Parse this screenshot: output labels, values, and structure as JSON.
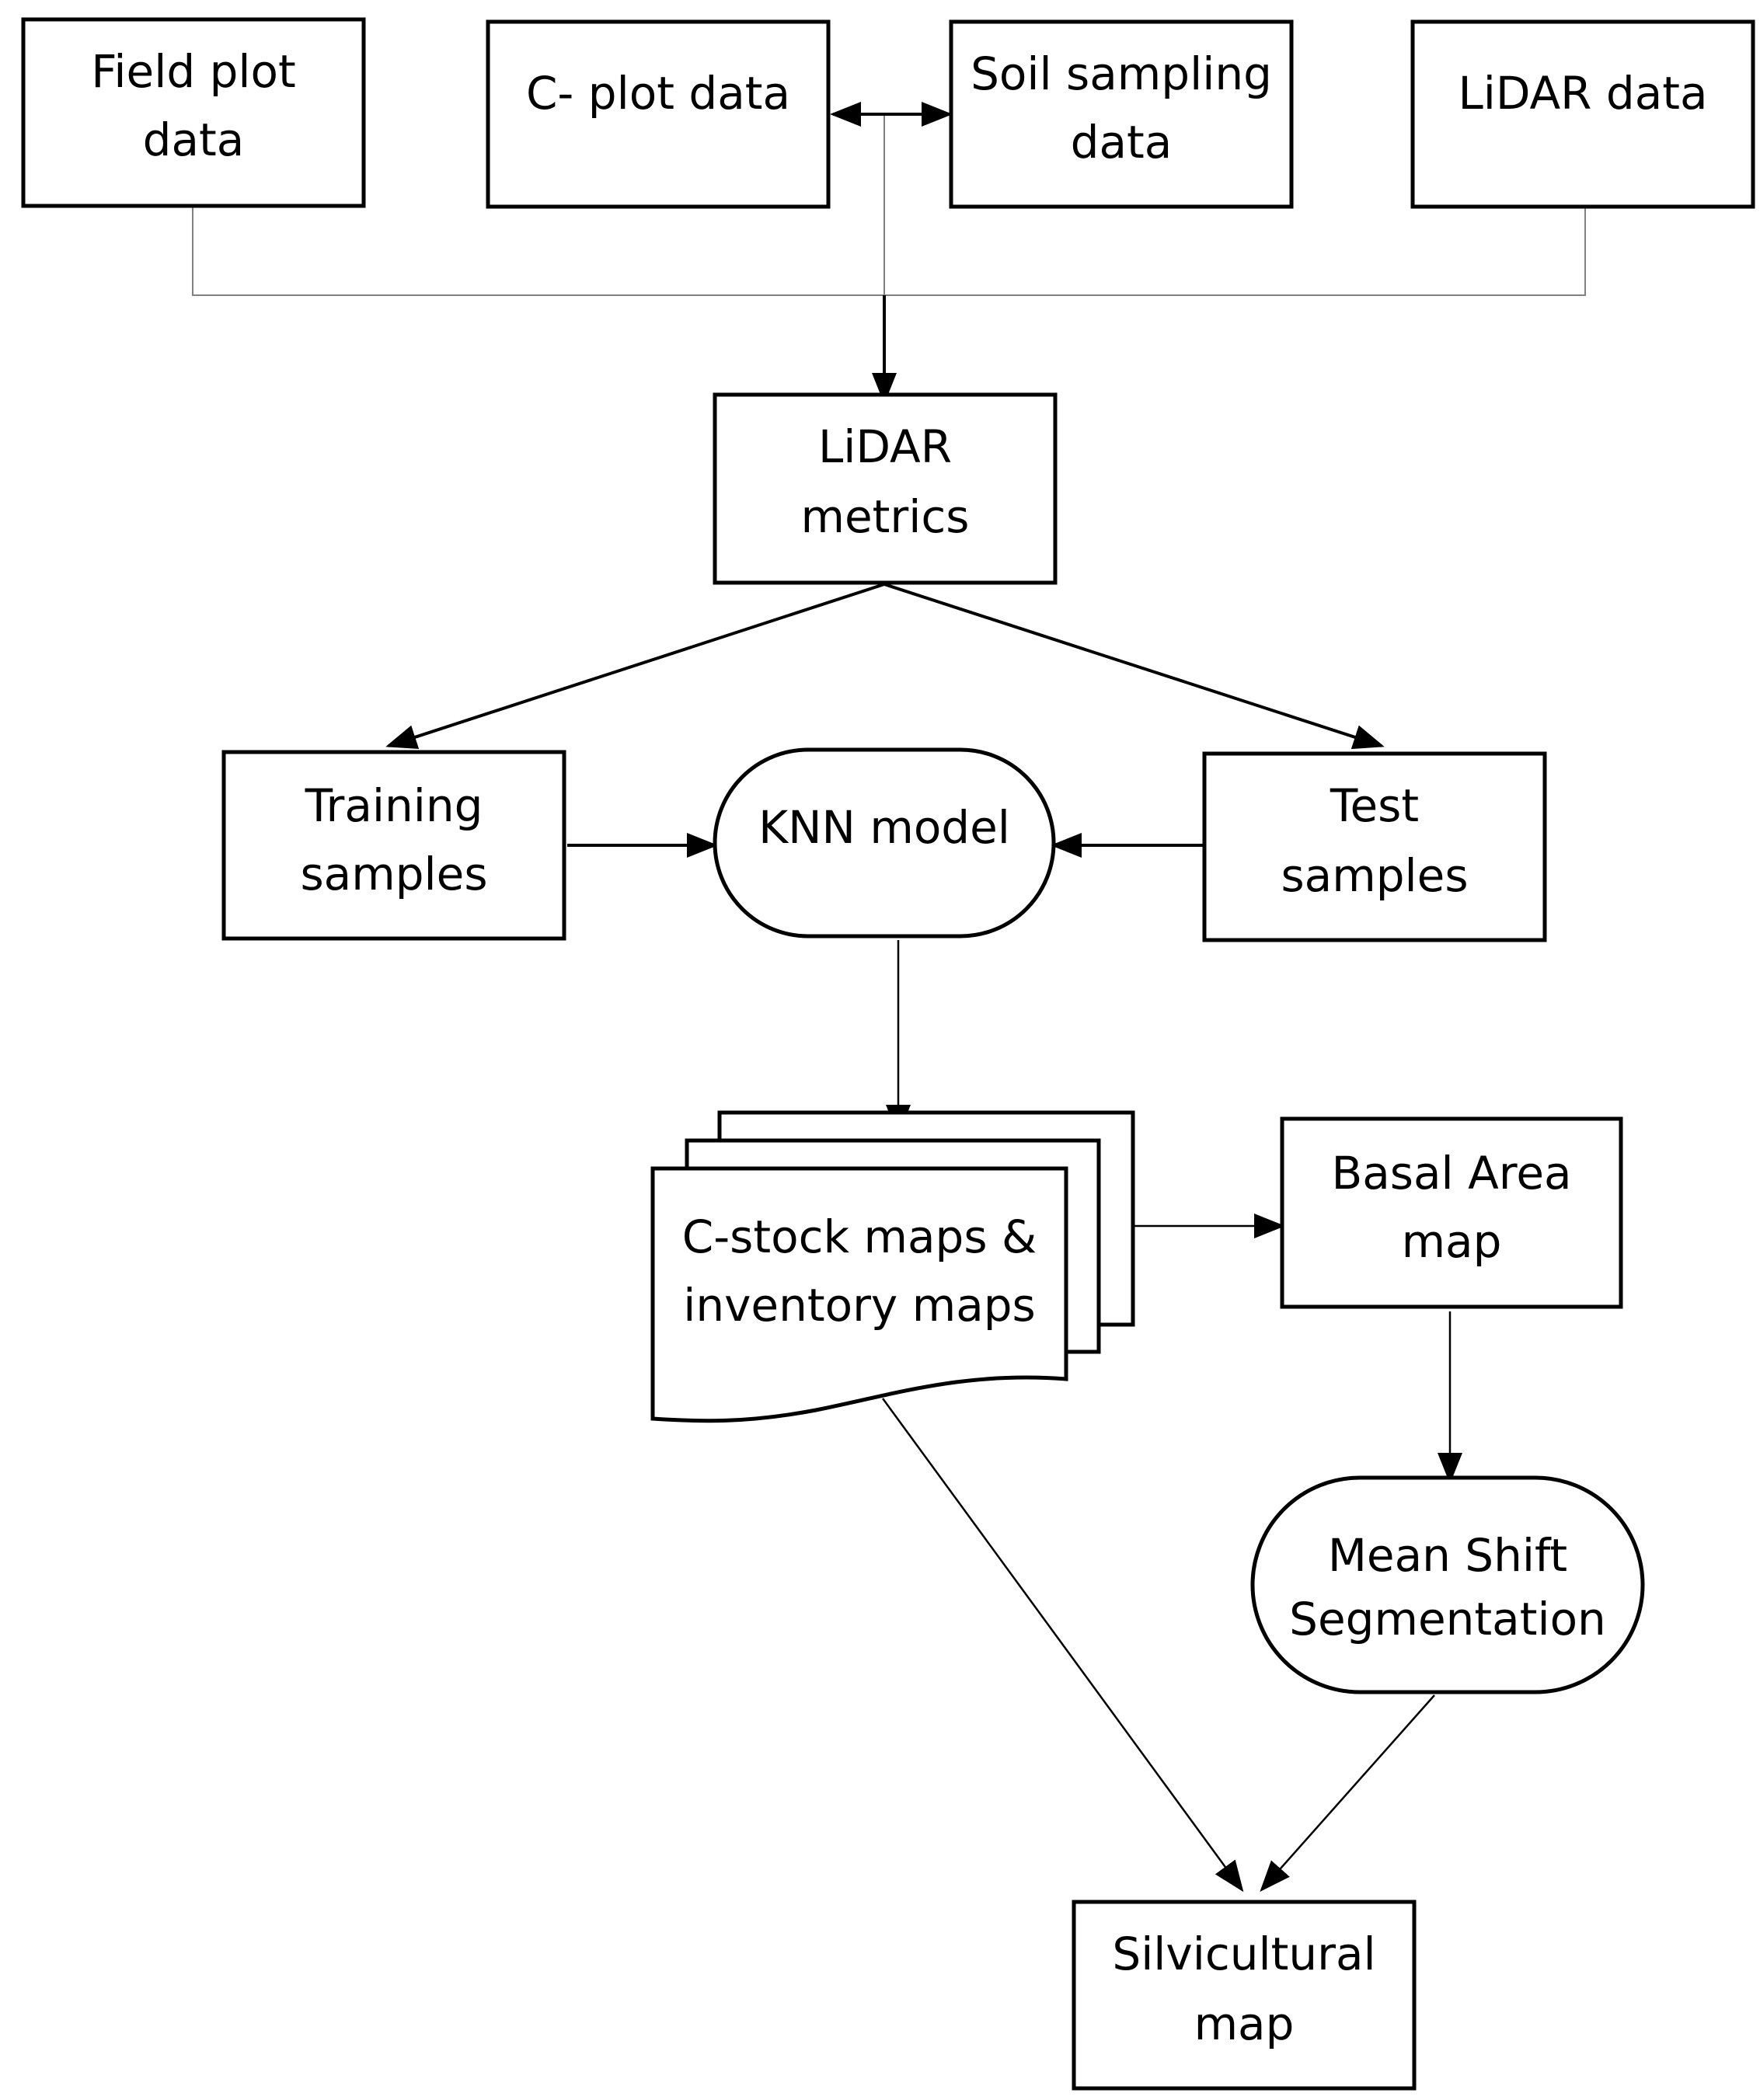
{
  "nodes": {
    "field_plot": [
      "Field plot",
      "data"
    ],
    "c_plot": [
      "C- plot data"
    ],
    "soil_sampling": [
      "Soil sampling",
      "data"
    ],
    "lidar_data": [
      "LiDAR data"
    ],
    "lidar_metrics": [
      "LiDAR",
      "metrics"
    ],
    "training": [
      "Training",
      "samples"
    ],
    "knn": [
      "KNN model"
    ],
    "test": [
      "Test",
      "samples"
    ],
    "cstock": [
      "C-stock maps &",
      "inventory maps"
    ],
    "basal_area": [
      "Basal Area",
      "map"
    ],
    "mean_shift": [
      "Mean Shift",
      "Segmentation"
    ],
    "silvicultural": [
      "Silvicultural",
      "map"
    ]
  },
  "edges": [
    {
      "from": "c_plot",
      "to": "soil_sampling",
      "bidirectional": true
    },
    {
      "from": "field_plot",
      "to": "lidar_metrics"
    },
    {
      "from": "lidar_data",
      "to": "lidar_metrics"
    },
    {
      "from": "c_plot",
      "to": "lidar_metrics"
    },
    {
      "from": "lidar_metrics",
      "to": "training"
    },
    {
      "from": "lidar_metrics",
      "to": "test"
    },
    {
      "from": "training",
      "to": "knn"
    },
    {
      "from": "test",
      "to": "knn"
    },
    {
      "from": "knn",
      "to": "cstock"
    },
    {
      "from": "cstock",
      "to": "basal_area"
    },
    {
      "from": "basal_area",
      "to": "mean_shift"
    },
    {
      "from": "cstock",
      "to": "silvicultural"
    },
    {
      "from": "mean_shift",
      "to": "silvicultural"
    }
  ]
}
